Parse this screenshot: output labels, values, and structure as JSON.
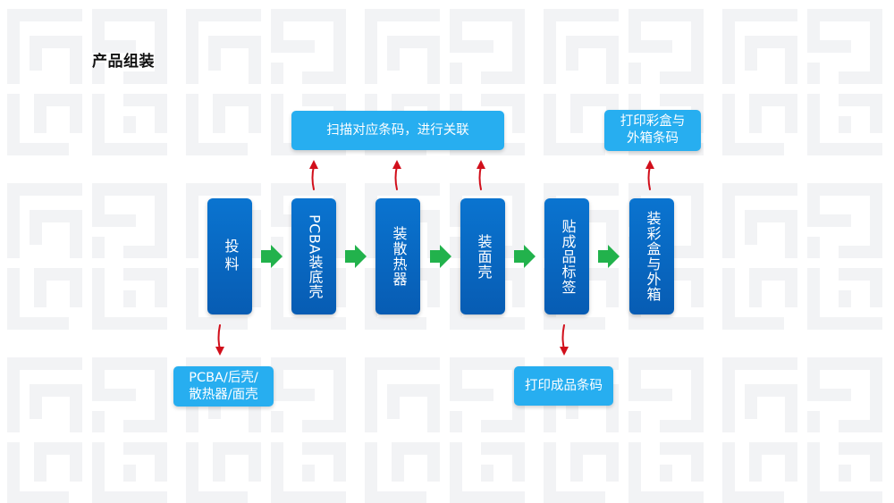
{
  "page": {
    "title": "产品组装"
  },
  "colors": {
    "step_fill": "#0766c2",
    "callout_fill": "#27aef0",
    "flow_arrow": "#22b24c",
    "branch_arrow": "#d10f1b",
    "background_pattern": "#f2f3f5"
  },
  "steps": [
    {
      "label": "投料"
    },
    {
      "label": "PCBA装底壳"
    },
    {
      "label": "装散热器"
    },
    {
      "label": "装面壳"
    },
    {
      "label": "贴成品标签"
    },
    {
      "label": "装彩盒与外箱"
    }
  ],
  "callouts": {
    "scan_barcode": "扫描对应条码，进行关联",
    "print_box_label": "打印彩盒与\n外箱条码",
    "materials": "PCBA/后壳/\n散热器/面壳",
    "print_product_label": "打印成品条码"
  }
}
